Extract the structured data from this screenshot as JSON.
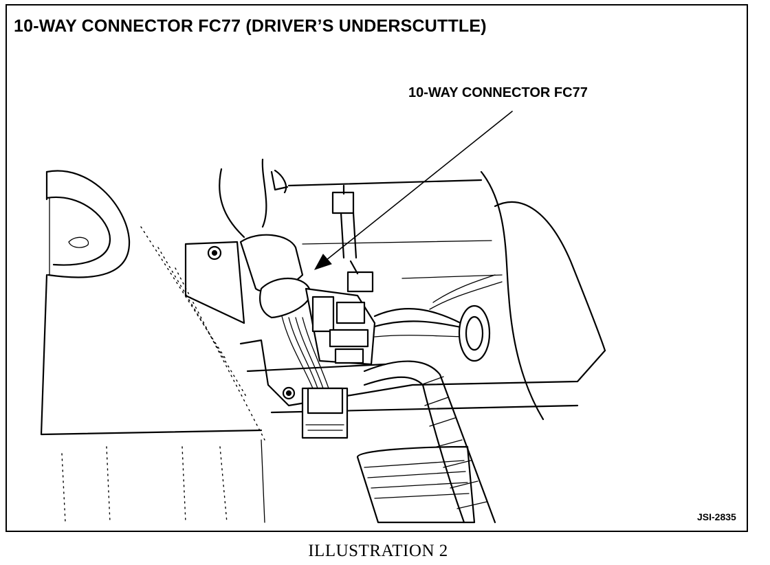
{
  "figure": {
    "title": "10-WAY CONNECTOR FC77 (DRIVER’S UNDERSCUTTLE)",
    "callout_label": "10-WAY CONNECTOR FC77",
    "figure_id": "JSI-2835",
    "caption": "ILLUSTRATION 2"
  },
  "colors": {
    "ink": "#000000",
    "paper": "#ffffff"
  }
}
